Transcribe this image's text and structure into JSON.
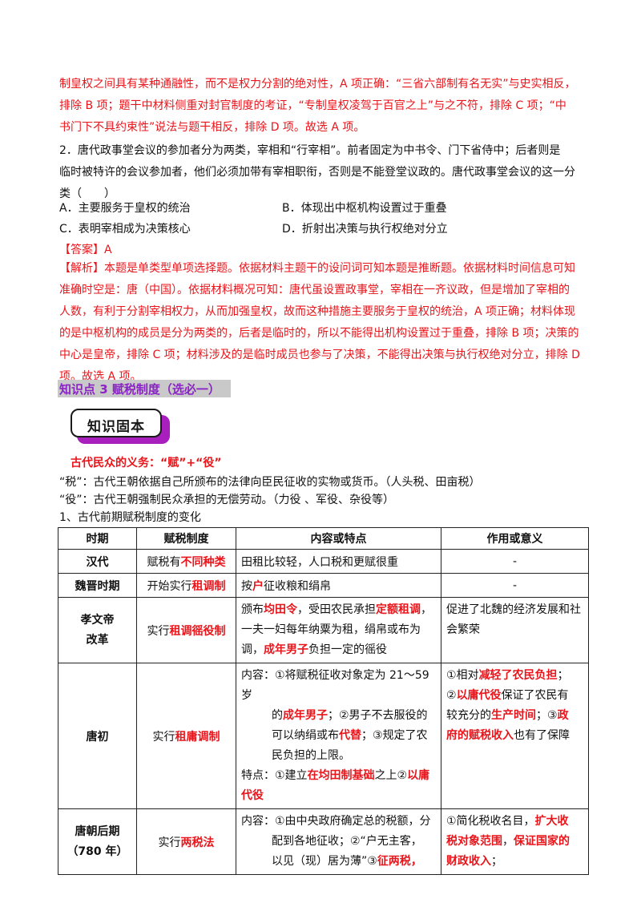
{
  "p1": {
    "line1": "制皇权之间具有某种通融性，而不是权力分割的绝对性，A 项正确：“三省六部制有名无实”与史实相反，",
    "line2": "排除 B 项；题干中材料侧重对封官制度的考证，“专制皇权凌驾于百官之上”与之不符，排除 C 项；“中",
    "line3": "书门下不具约束性”说法与题干相反，排除 D 项。故选 A 项。"
  },
  "q2": {
    "line1": "2．唐代政事堂会议的参加者分为两类，宰相和“行宰相”。前者固定为中书令、门下省侍中；后者则是",
    "line2": "临时被特许的会议参加者，他们必须加带有宰相职衔，否则是不能登堂议政的。唐代政事堂会议的这一分",
    "line3": "类（　　）",
    "optA": "A．主要服务于皇权的统治",
    "optB": "B．体现出中枢机构设置过于重叠",
    "optC": "C．表明宰相成为决策核心",
    "optD": "D．折射出决策与执行权绝对分立",
    "answer": "【答案】A",
    "ana1": "【解析】本题是单类型单项选择题。依据材料主题干的设问词可知本题是推断题。依据材料时间信息可知",
    "ana2": "准确时空是：唐（中国）。依据材料概况可知：唐代虽设置政事堂，宰相在一齐议政，但是增加了宰相的",
    "ana3": "人数，有利于分割宰相权力，从而加强皇权，故而这种措施主要服务于皇权的统治，A 项正确；材料体现",
    "ana4": "的是中枢机构的成员是分为两类的，后者是临时的，所以不能得出机构设置过于重叠，排除 B 项；决策的",
    "ana5": "中心是皇帝，排除 C 项；材料涉及的是临时成员也参与了决策，不能得出决策与执行权绝对分立，排除 D",
    "ana6": "项。故选 A 项。"
  },
  "section": {
    "title": "知识点 3  赋税制度（选必一）",
    "badge": "知识固本",
    "duty_title": "古代民众的义务：“赋”+“役”",
    "tax_def": "“税”：古代王朝依据自己所颁布的法律向臣民征收的实物或货币。（人头税、田亩税）",
    "labor_def": "“役”：古代王朝强制民众承担的无偿劳动。（力役 、军役、杂役等）",
    "table_title": "1、古代前期赋税制度的变化"
  },
  "table": {
    "headers": [
      "时期",
      "赋税制度",
      "内容或特点",
      "作用或意义"
    ],
    "r1": {
      "period": "汉代",
      "sys_pre": "赋税有",
      "sys_hl": "不同种类",
      "content": "田租比较轻，人口税和更赋很重",
      "effect": "-"
    },
    "r2": {
      "period": "魏晋时期",
      "sys_pre": "开始实行",
      "sys_hl": "租调制",
      "c_pre": "按",
      "c_hl": "户",
      "c_post": "征收粮和绢帛",
      "effect": "-"
    },
    "r3": {
      "period1": "孝文帝",
      "period2": "改革",
      "sys_pre": "实行",
      "sys_hl": "租调徭役制",
      "c1": "颁布",
      "c2": "均田令",
      "c3": "，受田农民承担",
      "c4": "定额租调",
      "c5": "，",
      "c6": "一夫一妇每年纳粟为租，绢帛或布为",
      "c7": "调，",
      "c8": "成年男子",
      "c9": "负担一定的徭役",
      "effect": "促进了北魏的经济发展和社会繁荣"
    },
    "r4": {
      "period": "唐初",
      "sys_pre": "实行",
      "sys_hl": "租庸调制",
      "k1": "内容：①将赋税征收对象定为 21～59 岁",
      "k2a": "的",
      "k2b": "成年男子",
      "k2c": "；②男子不去服役的",
      "k3a": "可以纳绢或布",
      "k3b": "代替",
      "k3c": "；③规定了农",
      "k4": "民负担的上限。",
      "k5a": "特点：①建立",
      "k5b": "在均田制基础",
      "k5c": "之上②",
      "k5d": "以庸",
      "k6": "代役",
      "e1a": "①相对",
      "e1b": "减轻了农民负担",
      "e1c": "；",
      "e2a": "②",
      "e2b": "以庸代役",
      "e2c": "保证了农民有",
      "e3a": "较充分的",
      "e3b": "生产时间",
      "e3c": "；③",
      "e3d": "政",
      "e4a": "府的赋税收入",
      "e4b": "也有了保障"
    },
    "r5": {
      "period1": "唐朝后期",
      "period2": "（780 年）",
      "sys_pre": "实行",
      "sys_hl": "两税法",
      "k1": "内容：①由中央政府确定总的税额，分",
      "k2": "配到各地征收；②“户无主客，",
      "k3a": "以见（现）居为薄”③",
      "k3b": "征两税，",
      "e1a": "①简化税收名目，",
      "e1b": "扩大收",
      "e2a": "税对象范围",
      "e2b": "，",
      "e2c": "保证国家的",
      "e3a": "财政收入",
      "e3b": "；"
    }
  },
  "colors": {
    "red": "#e8151b",
    "purple": "#8b24c4",
    "badge_shadow": "#a81fbe"
  }
}
